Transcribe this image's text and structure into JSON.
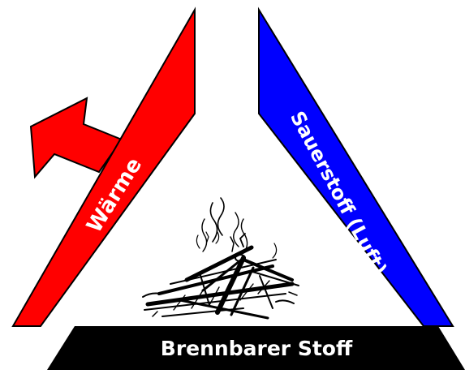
{
  "diagram": {
    "left_side": {
      "label": "Wärme",
      "color": "#ff0000"
    },
    "right_side": {
      "label": "Sauerstoff (Luft)",
      "color": "#0000ff"
    },
    "base": {
      "label": "Brennbarer Stoff",
      "color": "#000000"
    },
    "text_color": "#ffffff",
    "outline_color": "#000000",
    "arrow_icon": "heat-escape-arrow",
    "center_icon": "burning-wood-fire"
  }
}
